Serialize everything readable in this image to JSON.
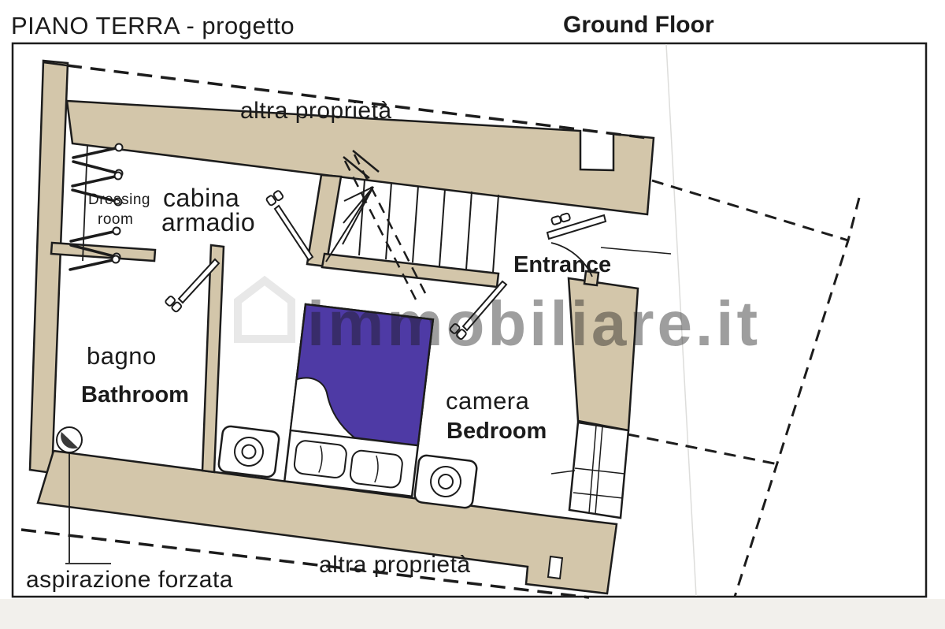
{
  "labels": {
    "plan_title": "PIANO TERRA - progetto",
    "floor_en": "Ground Floor",
    "other_property": "altra proprietà",
    "dressing_line1": "Dressing",
    "dressing_line2": "room",
    "closet_it_line1": "cabina",
    "closet_it_line2": "armadio",
    "entrance": "Entrance",
    "bathroom_it": "bagno",
    "bathroom_en": "Bathroom",
    "bedroom_it": "camera",
    "bedroom_en": "Bedroom",
    "ventilation": "aspirazione forzata",
    "watermark": "immobiliare.it"
  },
  "colors": {
    "wall": "#d3c6aa",
    "bed": "#4e3aa5",
    "line": "#1c1c1c",
    "watermark": "#c9c9c9"
  }
}
